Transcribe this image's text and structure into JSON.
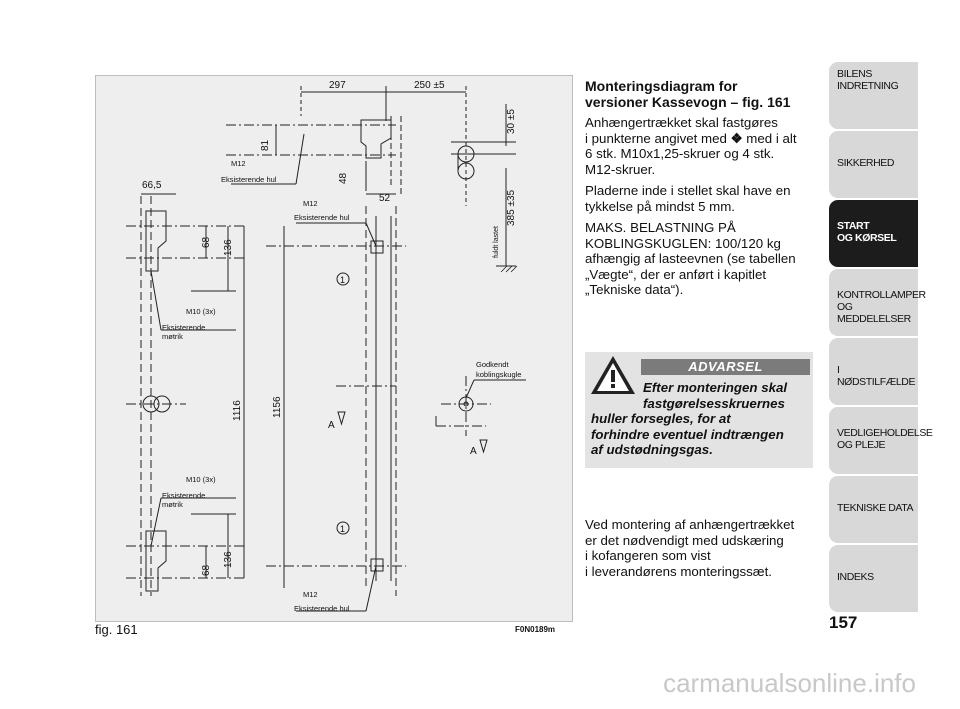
{
  "figure": {
    "caption": "fig. 161",
    "code": "F0N0189m",
    "labels": {
      "d297": "297",
      "d250": "250 ±5",
      "d30": "30 ±5",
      "d385": "385 ±35",
      "fuldt_lastet": "fuldt lastet",
      "d81": "81",
      "d48": "48",
      "d52": "52",
      "d66": "66,5",
      "d68a": "68",
      "d136a": "136",
      "d1116": "1116",
      "d1156": "1156",
      "d68b": "68",
      "d136b": "136",
      "m12": "M12",
      "eks_hul": "Eksisterende hul",
      "m10": "M10 (3x)",
      "eks_mot1": "Eksisterende",
      "eks_mot2": "møtrik",
      "godk1": "Godkendt",
      "godk2": "koblingskugle",
      "section_a": "A",
      "callout": "1"
    }
  },
  "content": {
    "title_line1": "Monteringsdiagram for",
    "title_line2": "versioner Kassevogn – fig. 161",
    "p1_a": "Anhængertrækket skal fastgøres",
    "p1_b_pre": "i punkterne angivet med",
    "p1_b_post": "med i alt",
    "p1_c": "6 stk. M10x1,25-skruer og 4 stk.",
    "p1_d": "M12-skruer.",
    "p2_a": "Pladerne inde i stellet skal have en",
    "p2_b": "tykkelse på mindst 5 mm.",
    "p3_a": "MAKS. BELASTNING PÅ",
    "p3_b": "KOBLINGSKUGLEN: 100/120 kg",
    "p3_c": "afhængig af lasteevnen (se tabellen",
    "p3_d": "„Vægte“, der er anført i kapitlet",
    "p3_e": "„Tekniske data“).",
    "p4_a": "Ved montering af anhængertrækket",
    "p4_b": "er det nødvendigt med udskæring",
    "p4_c": "i kofangeren som vist",
    "p4_d": "i leverandørens monteringssæt."
  },
  "warning": {
    "title": "ADVARSEL",
    "l1": "Efter monteringen skal",
    "l2": "fastgørelsesskruernes",
    "l3": "huller forsegles, for at",
    "l4": "forhindre eventuel indtrængen",
    "l5": "af udstødningsgas."
  },
  "tabs": [
    {
      "l1": "BILENS",
      "l2": "INDRETNING"
    },
    {
      "l1": "SIKKERHED",
      "l2": ""
    },
    {
      "l1": "START",
      "l2": "OG KØRSEL"
    },
    {
      "l1": "KONTROLLAMPER",
      "l2": "OG MEDDELELSER"
    },
    {
      "l1": "I NØDSTILFÆLDE",
      "l2": ""
    },
    {
      "l1": "VEDLIGEHOLDELSE",
      "l2": "OG PLEJE"
    },
    {
      "l1": "TEKNISKE DATA",
      "l2": ""
    },
    {
      "l1": "INDEKS",
      "l2": ""
    }
  ],
  "page_number": "157",
  "watermark": "carmanualsonline.info"
}
